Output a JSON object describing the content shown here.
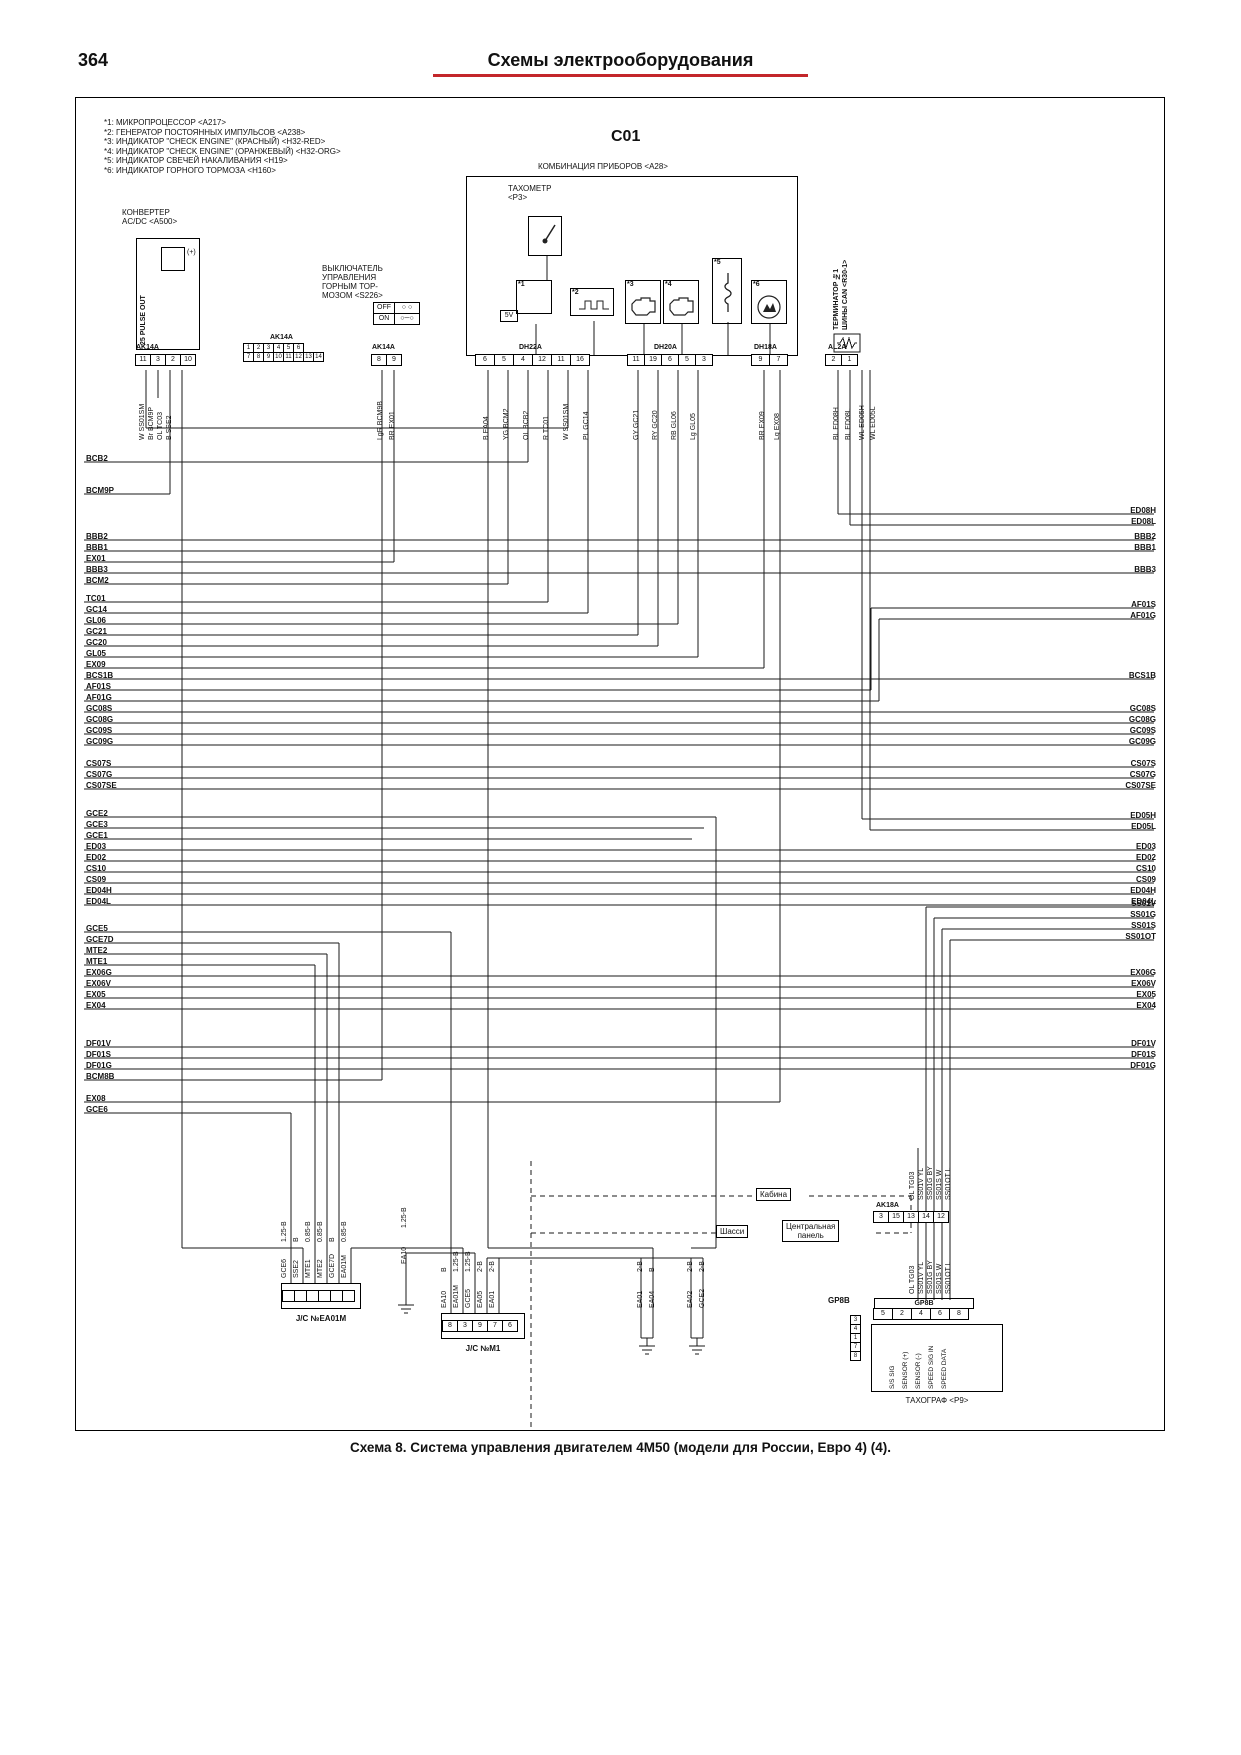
{
  "page": {
    "number": "364",
    "header_title": "Схемы электрооборудования",
    "caption": "Схема 8. Система управления двигателем 4М50 (модели для России, Евро 4) (4)."
  },
  "legend": [
    "*1: МИКРОПРОЦЕССОР <A217>",
    "*2: ГЕНЕРАТОР ПОСТОЯННЫХ ИМПУЛЬСОВ <A238>",
    "*3: ИНДИКАТОР \"CHECK ENGINE\" (КРАСНЫЙ) <H32-RED>",
    "*4: ИНДИКАТОР \"CHECK ENGINE\" (ОРАНЖЕВЫЙ) <H32-ORG>",
    "*5: ИНДИКАТОР СВЕЧЕЙ НАКАЛИВАНИЯ <H19>",
    "*6: ИНДИКАТОР ГОРНОГО ТОРМОЗА <H160>"
  ],
  "titles": {
    "c01": "C01",
    "cluster": "КОМБИНАЦИЯ ПРИБОРОВ <A28>",
    "tach_1": "ТАХОМЕТР",
    "tach_2": "<P3>",
    "converter_1": "КОНВЕРТЕР",
    "converter_2": "AC/DC <A500>",
    "pulse_out": "25 PULSE OUT",
    "plus": "(+)",
    "five_v": "5V",
    "switch_lines": [
      "ВЫКЛЮЧАТЕЛЬ",
      "УПРАВЛЕНИЯ",
      "ГОРНЫМ ТОР-",
      "МОЗОМ <S226>"
    ],
    "switch_rows": [
      "OFF",
      "ON"
    ],
    "switch_contacts": [
      "○ ○",
      "○─○"
    ],
    "terminator_1": "ТЕРМИНАТОР №1",
    "terminator_2": "ШИНЫ CAN <R30-1>",
    "stars": [
      "*1",
      "*2",
      "*3",
      "*4",
      "*5",
      "*6"
    ],
    "tachograph": "ТАХОГРАФ <P9>",
    "jc_ea01m": "J/C №EA01M",
    "jc_m1": "J/C №M1",
    "kabina": "Кабина",
    "shassi": "Шасси",
    "central_1": "Центральная",
    "central_2": "панель"
  },
  "connectors": {
    "ak14a_conv": {
      "label": "AK14A",
      "pins": [
        "11",
        "3",
        "2",
        "10"
      ]
    },
    "ak14a_face": {
      "label": "AK14A",
      "row1": [
        "1",
        "2",
        "3",
        "4",
        "5",
        "6"
      ],
      "row2": [
        "7",
        "8",
        "9",
        "10",
        "11",
        "12",
        "13",
        "14"
      ]
    },
    "ak14a_sw": {
      "label": "AK14A",
      "pins": [
        "8",
        "9"
      ]
    },
    "dh22a": {
      "label": "DH22A",
      "pins": [
        "6",
        "5",
        "4",
        "12",
        "11",
        "16"
      ]
    },
    "dh20a": {
      "label": "DH20A",
      "pins": [
        "11",
        "19",
        "6",
        "5",
        "3"
      ]
    },
    "dh18a": {
      "label": "DH18A",
      "pins": [
        "9",
        "7"
      ]
    },
    "al2a": {
      "label": "AL2A",
      "pins": [
        "2",
        "1"
      ]
    },
    "ak18a": {
      "label": "AK18A",
      "pins": [
        "3",
        "15",
        "13",
        "14",
        "12"
      ]
    },
    "gp8b": {
      "label": "GP8B",
      "label2": "GP8B",
      "pins": [
        "5",
        "2",
        "4",
        "6",
        "8"
      ],
      "side_pins": [
        "3",
        "4",
        "1",
        "7",
        "8"
      ]
    },
    "jc_m1_pins": [
      "8",
      "3",
      "9",
      "7",
      "6"
    ]
  },
  "wire_codes": {
    "converter": [
      "W SS01SM",
      "Br BCM9P",
      "OL TC03",
      "B SSE2"
    ],
    "switch": [
      "LgR BCM9B",
      "BR EX01"
    ],
    "dh22a": [
      "B EA04",
      "YG BCM2",
      "OL BCB2",
      "R TC01",
      "W SS01SM",
      "PL GC14"
    ],
    "dh20a": [
      "GY GC21",
      "RY GC20",
      "RB GL06",
      "Lg GL05"
    ],
    "dh18a": [
      "BR EX09",
      "Lg EX08"
    ],
    "al2a": [
      "BL ED08H",
      "BL ED08L"
    ],
    "can_right": [
      "WL ED05H",
      "WL ED05L"
    ],
    "ak18a_top": [
      "OL TG03",
      "SS01V YL",
      "SS01G BY",
      "SS01S W",
      "SS01OT L"
    ],
    "ak18a_bottom": [
      "OL TG03",
      "SS01V YL",
      "SS01G BY",
      "SS01S W",
      "SS01OT L"
    ]
  },
  "left_groups": [
    [
      "BCB2"
    ],
    [
      "BCM9P"
    ],
    [
      "BBB2",
      "BBB1",
      "EX01",
      "BBB3",
      "BCM2"
    ],
    [
      "TC01",
      "GC14",
      "GL06",
      "GC21",
      "GC20",
      "GL05",
      "EX09",
      "BCS1B",
      "AF01S",
      "AF01G"
    ],
    [
      "GC08S",
      "GC08G",
      "GC09S",
      "GC09G"
    ],
    [
      "CS07S",
      "CS07G",
      "CS07SE"
    ],
    [
      "GCE2",
      "GCE3",
      "GCE1"
    ],
    [
      "ED03",
      "ED02",
      "CS10",
      "CS09",
      "ED04H",
      "ED04L"
    ],
    [
      "GCE5",
      "GCE7D",
      "MTE2",
      "MTE1",
      "EX06G",
      "EX06V",
      "EX05",
      "EX04"
    ],
    [
      "DF01V",
      "DF01S",
      "DF01G",
      "BCM8B"
    ],
    [
      "EX08",
      "GCE6"
    ]
  ],
  "right_groups": [
    [
      "ED08H",
      "ED08L"
    ],
    [
      "BBB2",
      "BBB1"
    ],
    [
      "BBB3"
    ],
    [
      "AF01S",
      "AF01G"
    ],
    [
      "BCS1B"
    ],
    [
      "GC08S",
      "GC08G",
      "GC09S",
      "GC09G"
    ],
    [
      "CS07S",
      "CS07G",
      "CS07SE"
    ],
    [
      "ED05H",
      "ED05L"
    ],
    [
      "ED03",
      "ED02",
      "CS10",
      "CS09",
      "ED04H",
      "ED04L"
    ],
    [
      "SS01V",
      "SS01G",
      "SS01S",
      "SS01OT"
    ],
    [
      "EX06G",
      "EX06V",
      "EX05",
      "EX04"
    ],
    [
      "DF01V",
      "DF01S",
      "DF01G"
    ]
  ],
  "bottom": {
    "jc_ea01m_wires": [
      {
        "size": "1.25-B",
        "name": "GCE6"
      },
      {
        "size": "B",
        "name": "SSE2"
      },
      {
        "size": "0.85-B",
        "name": "MTE1"
      },
      {
        "size": "0.85-B",
        "name": "MTE2"
      },
      {
        "size": "B",
        "name": "GCE7D"
      },
      {
        "size": "0.85-B",
        "name": "EA01M"
      }
    ],
    "ea10": {
      "size": "1.25-B",
      "name": "EA10"
    },
    "jc_m1_wires": [
      {
        "size": "B",
        "name": "EA10"
      },
      {
        "size": "1.25-B",
        "name": "EA01M"
      },
      {
        "size": "1.25-B",
        "name": "GCE5"
      },
      {
        "size": "2-B",
        "name": "EA05"
      },
      {
        "size": "2-B",
        "name": "EA01"
      }
    ],
    "ground_wires_1": [
      {
        "size": "2-B",
        "name": "EA01"
      },
      {
        "size": "B",
        "name": "EA04"
      }
    ],
    "ground_wires_2": [
      {
        "size": "2-B",
        "name": "EA02"
      },
      {
        "size": "2-B",
        "name": "GCE2"
      }
    ],
    "tachograph_signals": [
      "S/S SIG",
      "SENSOR (+)",
      "SENSOR (-)",
      "SPEED SIG IN",
      "SPEED DATA"
    ]
  }
}
